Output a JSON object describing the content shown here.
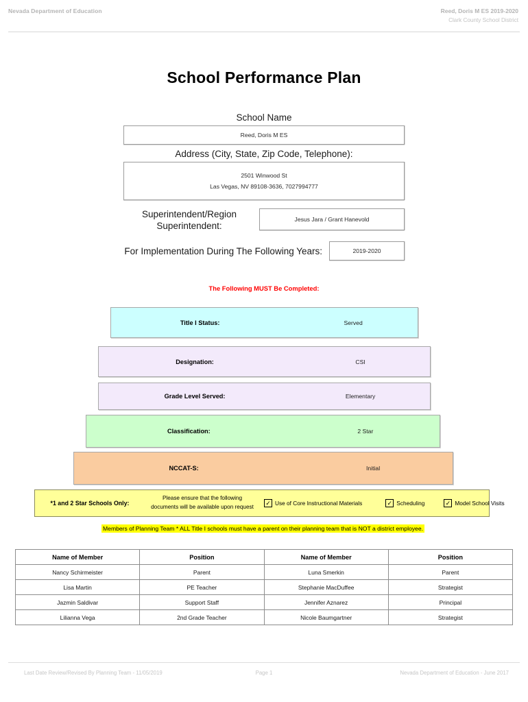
{
  "header": {
    "left": "Nevada Department of Education",
    "right_line1": "Reed, Doris M ES  2019-2020",
    "right_line2": "Clark County School District"
  },
  "title": "School Performance Plan",
  "fields": {
    "school_name_label": "School Name",
    "school_name_value": "Reed, Doris M ES",
    "address_label": "Address (City, State, Zip Code, Telephone):",
    "address_line1": "2501 Winwood St",
    "address_line2": "Las Vegas, NV  89108-3636, 7027994777",
    "superintendent_label_line1": "Superintendent/Region",
    "superintendent_label_line2": "Superintendent:",
    "superintendent_value": "Jesus Jara / Grant Hanevold",
    "years_label": "For Implementation During The Following Years:",
    "years_value": "2019-2020"
  },
  "must_complete_notice": "The Following MUST Be Completed:",
  "status_bars": [
    {
      "label": "Title I Status:",
      "value": "Served",
      "color": "#CCFFFF"
    },
    {
      "label": "Designation:",
      "value": "CSI",
      "color": "#F3EAFB"
    },
    {
      "label": "Grade Level Served:",
      "value": "Elementary",
      "color": "#F3EAFB"
    },
    {
      "label": "Classification:",
      "value": "2 Star",
      "color": "#CCFFCC"
    },
    {
      "label": "NCCAT-S:",
      "value": "Initial",
      "color": "#FACCA0"
    }
  ],
  "documents_row": {
    "title": "*1 and 2 Star Schools Only:",
    "note_line1": "Please ensure that the following",
    "note_line2": "documents will be available upon request",
    "checkbox_mark": "✓",
    "checkboxes": [
      {
        "label": "Use of Core Instructional Materials",
        "checked": true
      },
      {
        "label": "Scheduling",
        "checked": true
      },
      {
        "label": "Model School Visits",
        "checked": true
      }
    ],
    "highlight_color": "#FFFF99"
  },
  "team_banner": {
    "text": "Members of Planning Team * ALL Title I schools must have a parent on their planning team that is NOT a district employee.",
    "highlight_color": "#FFFF00"
  },
  "members_table": {
    "columns": [
      "Name of Member",
      "Position",
      "Name of Member",
      "Position"
    ],
    "rows": [
      [
        "Nancy Schirmeister",
        "Parent",
        "Luna Smerkin",
        "Parent"
      ],
      [
        "Lisa Martin",
        "PE Teacher",
        "Stephanie MacDuffee",
        "Strategist"
      ],
      [
        "Jazmin Saldivar",
        "Support Staff",
        "Jennifer Aznarez",
        "Principal"
      ],
      [
        "Lilianna Vega",
        "2nd Grade Teacher",
        "Nicole Baumgartner",
        "Strategist"
      ]
    ]
  },
  "footer": {
    "left": "Last Date Review/Revised By Planning Team - 11/05/2019",
    "center": "Page 1",
    "right": "Nevada Department of Education - June 2017"
  }
}
